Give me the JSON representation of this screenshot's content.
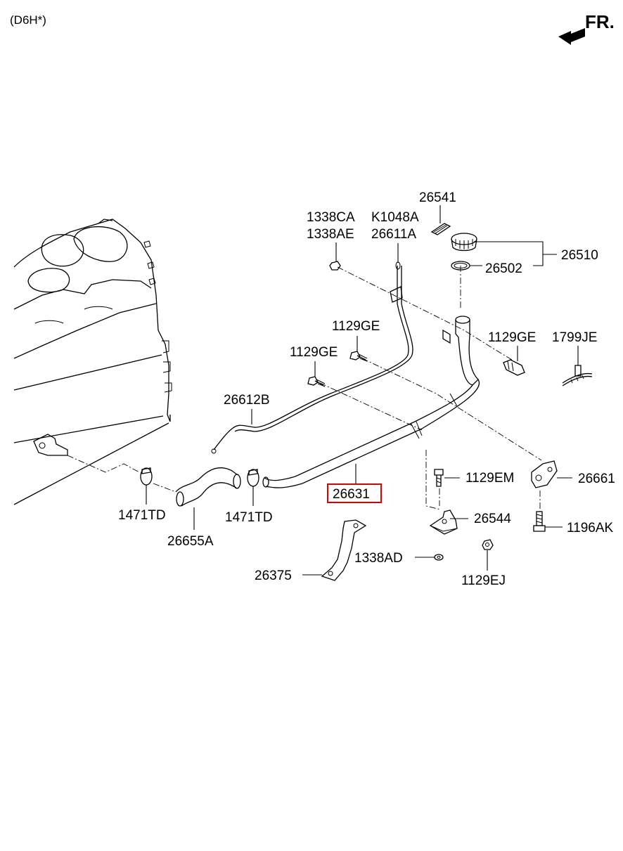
{
  "header": {
    "engine_code": "(D6H*)",
    "direction": "FR."
  },
  "highlight": {
    "part_number": "26631",
    "border_color": "#e00000"
  },
  "parts": {
    "p26541": "26541",
    "p1338CA": "1338CA",
    "p1338AE": "1338AE",
    "pK1048A": "K1048A",
    "p26611A": "26611A",
    "p26510": "26510",
    "p26502": "26502",
    "p1129GE_a": "1129GE",
    "p1129GE_b": "1129GE",
    "p1129GE_c": "1129GE",
    "p1799JE": "1799JE",
    "p26612B": "26612B",
    "p26661": "26661",
    "p1129EM": "1129EM",
    "p1471TD_a": "1471TD",
    "p1471TD_b": "1471TD",
    "p26655A": "26655A",
    "p26544": "26544",
    "p1196AK": "1196AK",
    "p1338AD": "1338AD",
    "p26375": "26375",
    "p1129EJ": "1129EJ"
  },
  "icons": {
    "direction_arrow": "front-direction-arrow-icon"
  }
}
